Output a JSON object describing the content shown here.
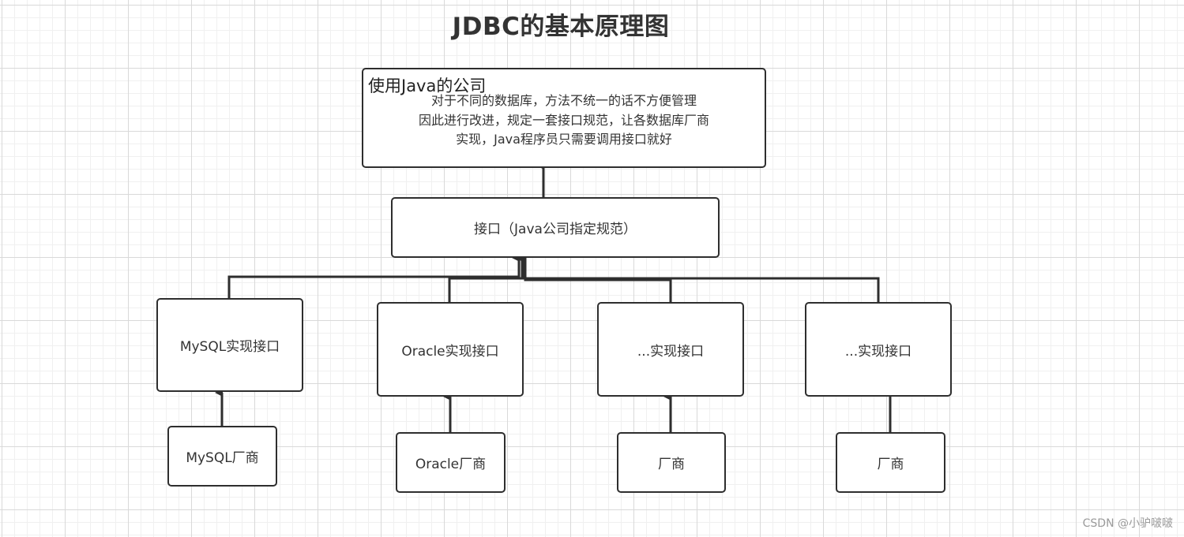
{
  "diagram": {
    "title": "JDBC的基本原理图",
    "top_box": {
      "title": "使用Java的公司",
      "lines": [
        "对于不同的数据库，方法不统一的话不方便管理",
        "因此进行改进，规定一套接口规范，让各数据库厂商",
        "实现，Java程序员只需要调用接口就好"
      ]
    },
    "interface_box": {
      "label": "接口（Java公司指定规范）"
    },
    "implementations": [
      {
        "label": "MySQL实现接口"
      },
      {
        "label": "Oracle实现接口"
      },
      {
        "label": "...实现接口"
      },
      {
        "label": "...实现接口"
      }
    ],
    "vendors": [
      {
        "label": "MySQL厂商"
      },
      {
        "label": "Oracle厂商"
      },
      {
        "label": "厂商"
      },
      {
        "label": "厂商"
      }
    ],
    "colors": {
      "stroke": "#2e2e2e",
      "text": "#333333",
      "grid": "#d9d9d9"
    }
  },
  "watermark": "CSDN @小驴啵啵"
}
